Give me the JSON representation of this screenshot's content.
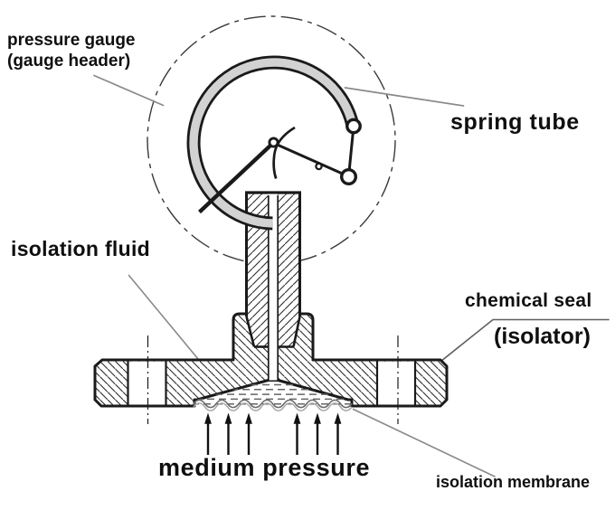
{
  "diagram": {
    "title_labels": {
      "pressure_gauge_line1": "pressure gauge",
      "pressure_gauge_line2": "(gauge header)",
      "spring_tube": "spring tube",
      "isolation_fluid": "isolation fluid",
      "chemical_seal": "chemical seal",
      "isolator": "(isolator)",
      "medium_pressure": "medium pressure",
      "isolation_membrane": "isolation membrane"
    },
    "colors": {
      "outline": "#1a1a1a",
      "spring_tube_fill": "#d2d2d2",
      "leader_line": "#8a8a8a",
      "membrane_line": "#9a9a9a",
      "fluid_dash": "#666666",
      "text": "#0f0f0f",
      "background": "#ffffff"
    }
  }
}
